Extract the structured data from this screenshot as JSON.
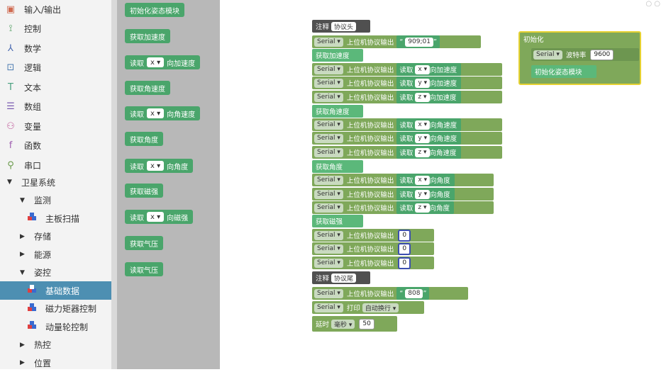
{
  "sidebar": {
    "categories": [
      {
        "icon": "io-icon",
        "glyph": "▣",
        "label": "输入/输出",
        "color": "#d06a50"
      },
      {
        "icon": "control-icon",
        "glyph": "⟟",
        "label": "控制",
        "color": "#4a9a5a"
      },
      {
        "icon": "math-icon",
        "glyph": "⅄",
        "label": "数学",
        "color": "#4a6ab0"
      },
      {
        "icon": "logic-icon",
        "glyph": "⊡",
        "label": "逻辑",
        "color": "#4a7ab0"
      },
      {
        "icon": "text-icon",
        "glyph": "T",
        "label": "文本",
        "color": "#4aa080"
      },
      {
        "icon": "array-icon",
        "glyph": "☰",
        "label": "数组",
        "color": "#7a5ab0"
      },
      {
        "icon": "variable-icon",
        "glyph": "⚇",
        "label": "变量",
        "color": "#c05a9a"
      },
      {
        "icon": "function-icon",
        "glyph": "f",
        "label": "函数",
        "color": "#a060b0"
      },
      {
        "icon": "serial-icon",
        "glyph": "⚲",
        "label": "串口",
        "color": "#6a9a4a"
      }
    ],
    "tree": [
      {
        "label": "卫星系统",
        "expanded": true
      },
      {
        "label": "监测",
        "expanded": true
      },
      {
        "label": "主板扫描",
        "icon": "cube-icon"
      },
      {
        "label": "存储",
        "expanded": false
      },
      {
        "label": "能源",
        "expanded": false
      },
      {
        "label": "姿控",
        "expanded": true
      },
      {
        "label": "基础数据",
        "icon": "cube-icon",
        "active": true
      },
      {
        "label": "磁力矩器控制",
        "icon": "cube-icon"
      },
      {
        "label": "动量轮控制",
        "icon": "cube-icon"
      },
      {
        "label": "热控",
        "expanded": false
      },
      {
        "label": "位置",
        "expanded": false
      }
    ]
  },
  "flyout": {
    "blocks": [
      {
        "label": "初始化姿态模块"
      },
      {
        "label": "获取加速度"
      },
      {
        "pre": "读取",
        "sock": "x ▾",
        "post": "向加速度"
      },
      {
        "label": "获取角速度"
      },
      {
        "pre": "读取",
        "sock": "x ▾",
        "post": "向角速度"
      },
      {
        "label": "获取角度"
      },
      {
        "pre": "读取",
        "sock": "x ▾",
        "post": "向角度"
      },
      {
        "label": "获取磁强"
      },
      {
        "pre": "读取",
        "sock": "x ▾",
        "post": "向磁强"
      },
      {
        "label": "获取气压"
      },
      {
        "label": "读取气压"
      }
    ]
  },
  "workspace": {
    "comment_head": {
      "label": "注释",
      "value": "协议头"
    },
    "serial_label": "Serial ▾",
    "upper_output": "上位机协议输出",
    "header_string": "909;01",
    "section_accel": "获取加速度",
    "section_gyro": "获取角速度",
    "section_angle": "获取角度",
    "section_mag": "获取磁强",
    "read": "读取",
    "axes": [
      "x ▾",
      "y ▾",
      "z ▾"
    ],
    "accel_suffix": "向加速度",
    "gyro_suffix": "向角速度",
    "angle_suffix": "向角度",
    "zero": "0",
    "comment_tail": {
      "label": "注释",
      "value": "协议尾"
    },
    "tail_string": "808",
    "print_label": "打印",
    "newline": "自动换行 ▾",
    "delay_label": "延时",
    "delay_unit": "毫秒 ▾",
    "delay_value": "50",
    "init_block": {
      "title": "初始化",
      "baud_label": "波特率",
      "baud_value": "9600",
      "init_module": "初始化姿态模块"
    }
  }
}
